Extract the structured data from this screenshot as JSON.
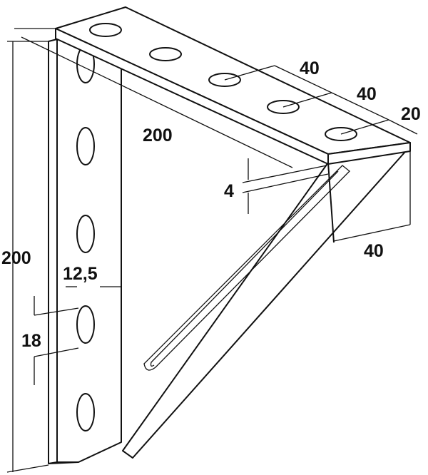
{
  "dimensions": {
    "top_spacing_1": "40",
    "top_spacing_2": "40",
    "top_edge": "20",
    "plate_length": "200",
    "thickness": "4",
    "plate_width": "40",
    "height": "200",
    "hole_width": "12,5",
    "hole_height": "18"
  }
}
